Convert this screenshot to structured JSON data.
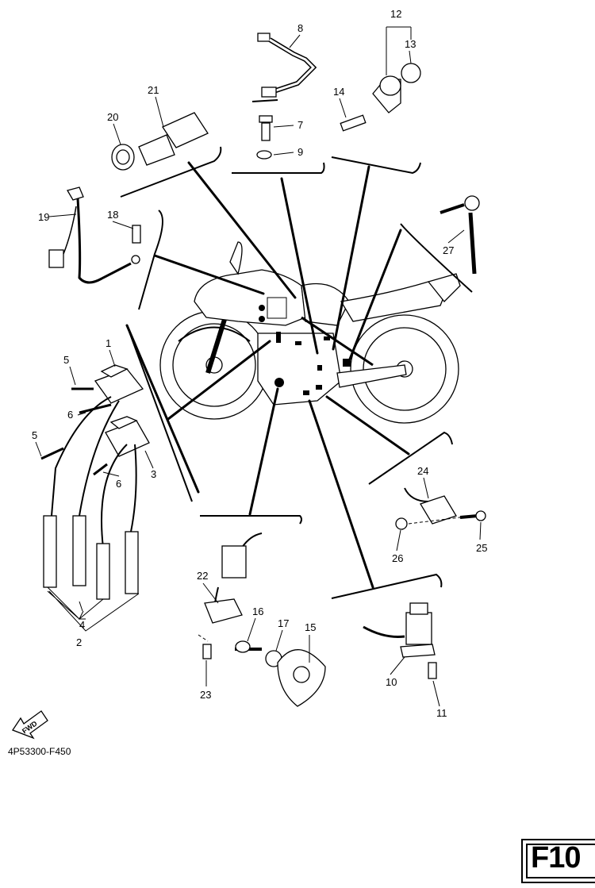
{
  "diagram": {
    "callouts": [
      "1",
      "2",
      "3",
      "4",
      "5",
      "5",
      "6",
      "6",
      "7",
      "8",
      "9",
      "10",
      "11",
      "12",
      "13",
      "14",
      "15",
      "16",
      "17",
      "18",
      "19",
      "20",
      "21",
      "22",
      "23",
      "24",
      "25",
      "26",
      "27"
    ],
    "direction_label": "FWD",
    "reference_code": "4P53300-F450",
    "page_id": "F10"
  }
}
